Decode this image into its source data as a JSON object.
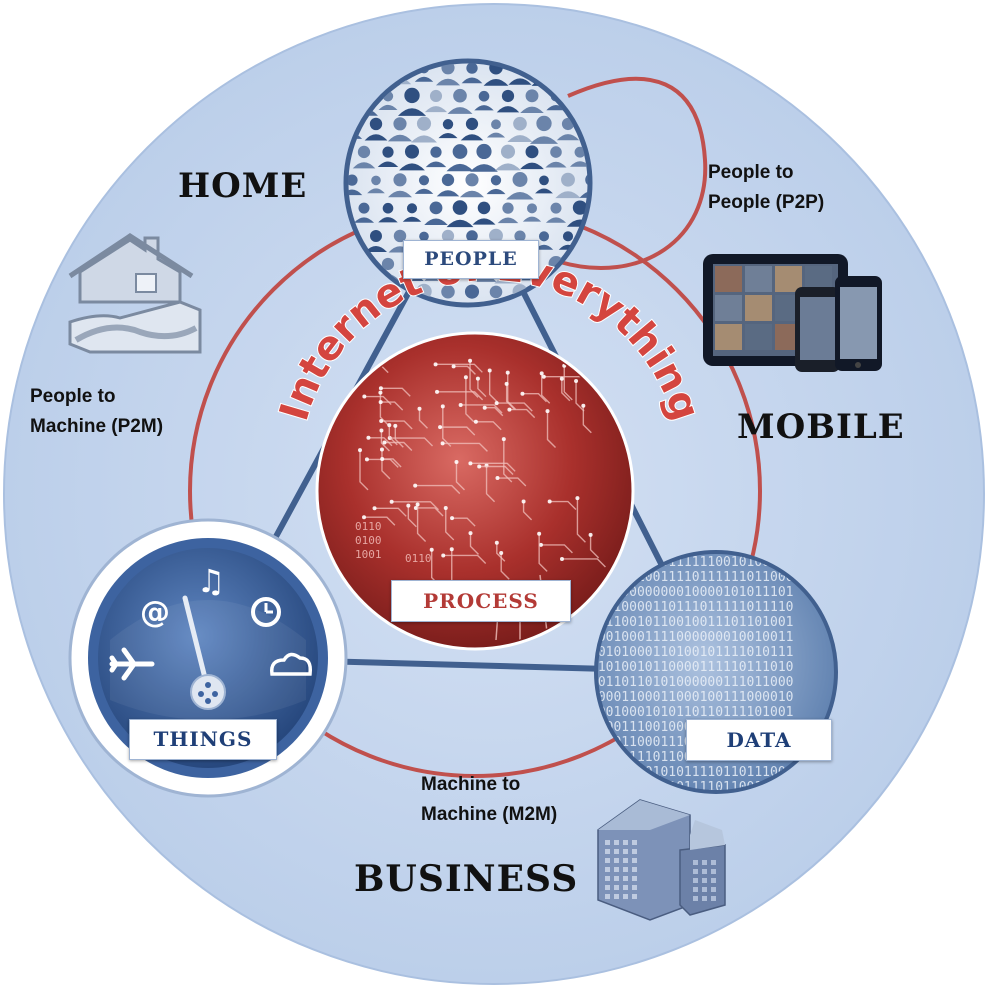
{
  "title": "Internet of Everything",
  "segments": {
    "home": "HOME",
    "mobile": "MOBILE",
    "business": "BUSINESS"
  },
  "nodes": {
    "people": "PEOPLE",
    "process": "PROCESS",
    "things": "THINGS",
    "data": "DATA"
  },
  "relations": {
    "p2p_line1": "People to",
    "p2p_line2": "People (P2P)",
    "p2m_line1": "People to",
    "p2m_line2": "Machine (P2M)",
    "m2m_line1": "Machine to",
    "m2m_line2": "Machine (M2M)"
  },
  "binary_text": {
    "line1": "0110",
    "line2": "0100",
    "line3": "1001",
    "line4": "0110"
  },
  "colors": {
    "background_circle": "#c8d8ef",
    "red_line": "#c0504d",
    "blue_line": "#41608f",
    "process": "#b33a36"
  }
}
